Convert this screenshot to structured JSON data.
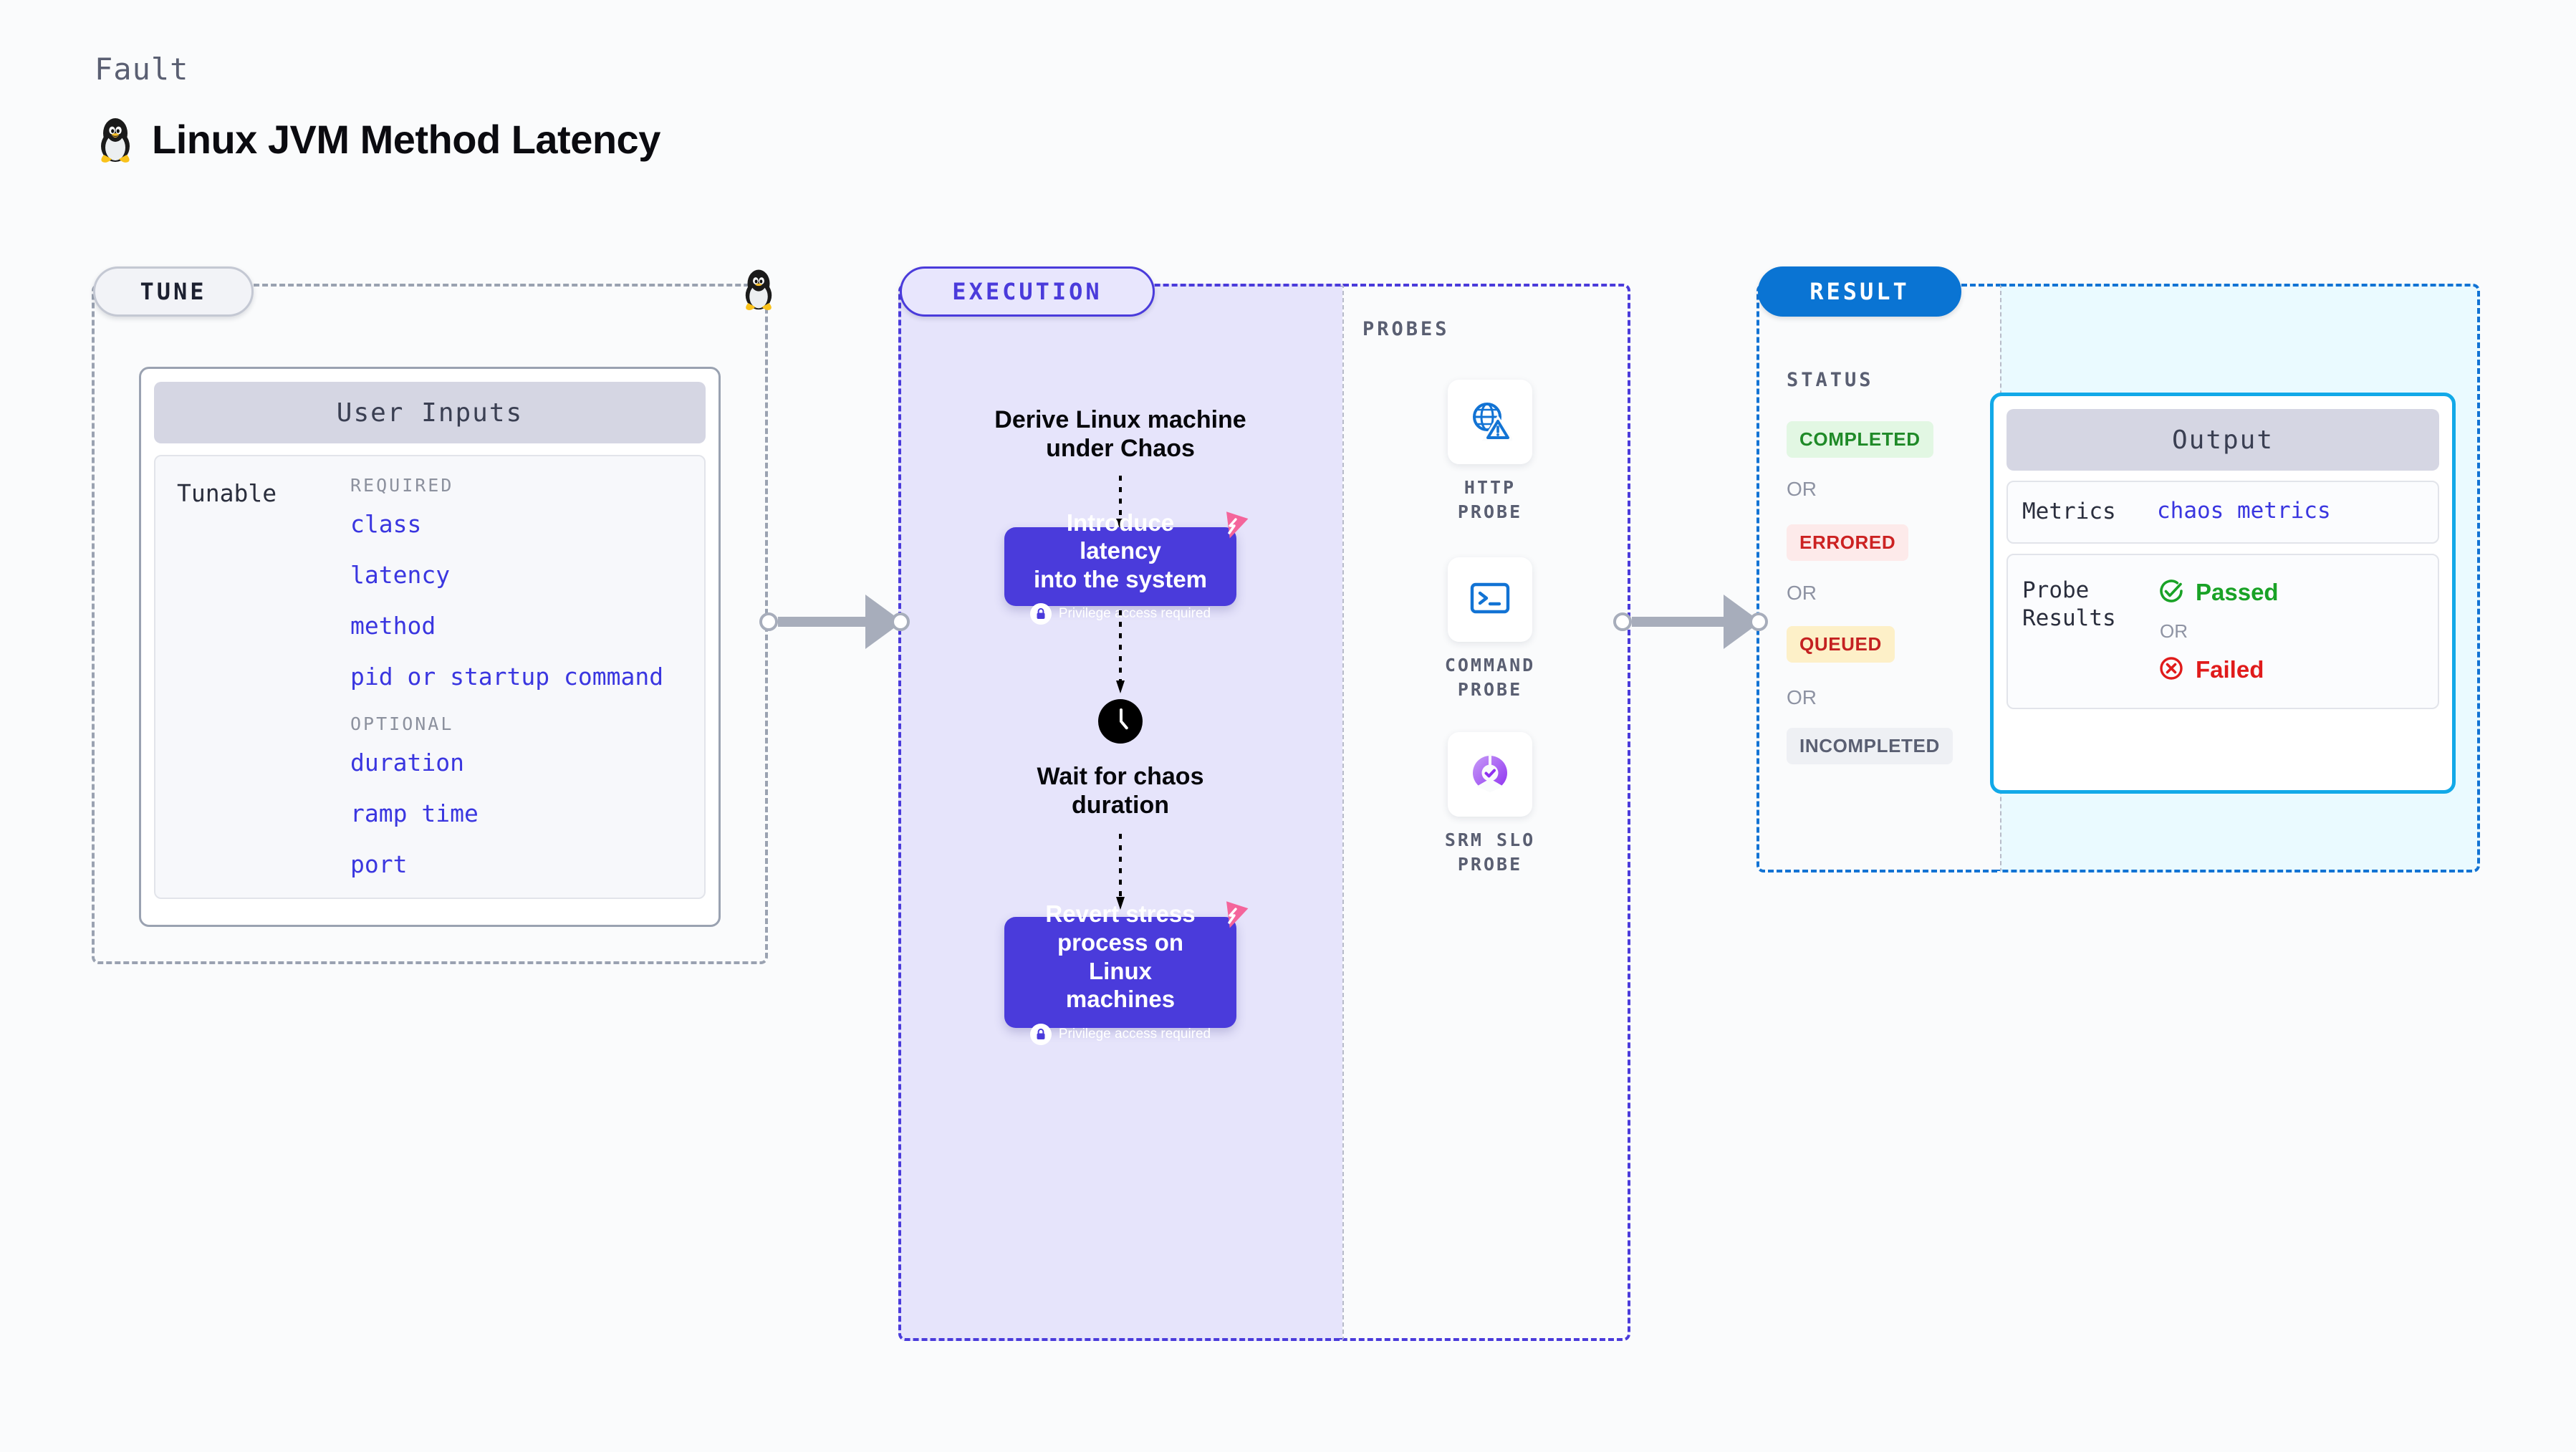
{
  "header": {
    "kicker": "Fault",
    "title": "Linux JVM Method Latency",
    "icon": "linux-penguin-icon"
  },
  "stages": {
    "tune": {
      "pill_label": "TUNE"
    },
    "execution": {
      "pill_label": "EXECUTION"
    },
    "probes": {
      "section_label": "PROBES"
    },
    "result": {
      "pill_label": "RESULT"
    }
  },
  "tune": {
    "card_title": "User Inputs",
    "row_label": "Tunable",
    "groups": [
      {
        "heading": "REQUIRED",
        "items": [
          "class",
          "latency",
          "method",
          "pid or startup command"
        ]
      },
      {
        "heading": "OPTIONAL",
        "items": [
          "duration",
          "ramp time",
          "port"
        ]
      }
    ]
  },
  "execution": {
    "step1_text": "Derive Linux machine\nunder Chaos",
    "node1": {
      "title": "Introduce latency\ninto the system",
      "privilege_note": "Privilege access required",
      "icon": "lock-icon",
      "badge": "harness-mark-icon"
    },
    "wait_text": "Wait for chaos\nduration",
    "wait_icon": "clock-icon",
    "node2": {
      "title": "Revert stress\nprocess on Linux\nmachines",
      "privilege_note": "Privilege access required",
      "icon": "lock-icon",
      "badge": "harness-mark-icon"
    }
  },
  "probes": [
    {
      "name": "HTTP  PROBE",
      "icon": "globe-warning-icon"
    },
    {
      "name": "COMMAND\nPROBE",
      "icon": "terminal-icon"
    },
    {
      "name": "SRM  SLO\nPROBE",
      "icon": "slo-donut-check-icon"
    }
  ],
  "result": {
    "status_label": "STATUS",
    "or_label": "OR",
    "statuses": [
      {
        "label": "COMPLETED",
        "fg": "#1f8a28",
        "bg": "#e2f7e3"
      },
      {
        "label": "ERRORED",
        "fg": "#cc2222",
        "bg": "#fdeaea"
      },
      {
        "label": "QUEUED",
        "fg": "#c42121",
        "bg": "#fdf0c8"
      },
      {
        "label": "INCOMPLETED",
        "fg": "#5a5f72",
        "bg": "#eef0f4"
      }
    ]
  },
  "output": {
    "card_title": "Output",
    "metrics_key": "Metrics",
    "metrics_value": "chaos metrics",
    "probe_results_key": "Probe\nResults",
    "passed_label": "Passed",
    "failed_label": "Failed",
    "or_label": "OR",
    "passed_icon": "check-circle-icon",
    "failed_icon": "x-circle-icon"
  },
  "colors": {
    "brand_purple": "#4a3bdb",
    "brand_blue": "#0a74d3",
    "cyan_border": "#12a9e8",
    "harness_pink": "#f4659b",
    "passed_green": "#19a226",
    "failed_red": "#e01b1b",
    "connector_grey": "#a7adbb"
  }
}
